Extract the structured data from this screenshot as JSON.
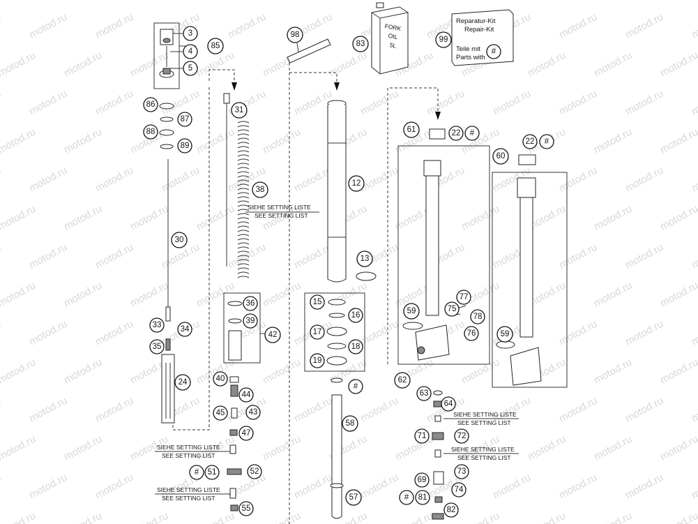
{
  "watermark": "motod.ru",
  "callouts": {
    "c3": "3",
    "c4": "4",
    "c5": "5",
    "c85": "85",
    "c98": "98",
    "c83": "83",
    "c99": "99",
    "c86": "86",
    "c87": "87",
    "c88": "88",
    "c89": "89",
    "c31": "31",
    "c38": "38",
    "c30": "30",
    "c33": "33",
    "c34": "34",
    "c35": "35",
    "c24": "24",
    "c36": "36",
    "c39": "39",
    "c42": "42",
    "c40": "40",
    "c44": "44",
    "c45": "45",
    "c43": "43",
    "c47": "47",
    "c51": "51",
    "c52": "52",
    "c55": "55",
    "c12": "12",
    "c13": "13",
    "c15": "15",
    "c16": "16",
    "c17": "17",
    "c18": "18",
    "c19": "19",
    "c58": "58",
    "c57": "57",
    "c61": "61",
    "c22a": "22",
    "c60": "60",
    "c22b": "22",
    "c59a": "59",
    "c59b": "59",
    "c62": "62",
    "c75": "75",
    "c77": "77",
    "c78": "78",
    "c76": "76",
    "c63": "63",
    "c64": "64",
    "c71": "71",
    "c72": "72",
    "c73": "73",
    "c69": "69",
    "c74": "74",
    "c81": "81",
    "c82": "82"
  },
  "hash_symbol": "#",
  "setting_note": {
    "de": "SIEHE SETTING LISTE",
    "en": "SEE SETTING LIST"
  },
  "fork_oil": {
    "line1": "FORK",
    "line2": "OIL",
    "line3": "5L"
  },
  "repair_kit": {
    "de": "Reparatur-Kit",
    "en": "Repair-Kit",
    "parts_de": "Teile mit",
    "parts_en": "Parts with"
  }
}
